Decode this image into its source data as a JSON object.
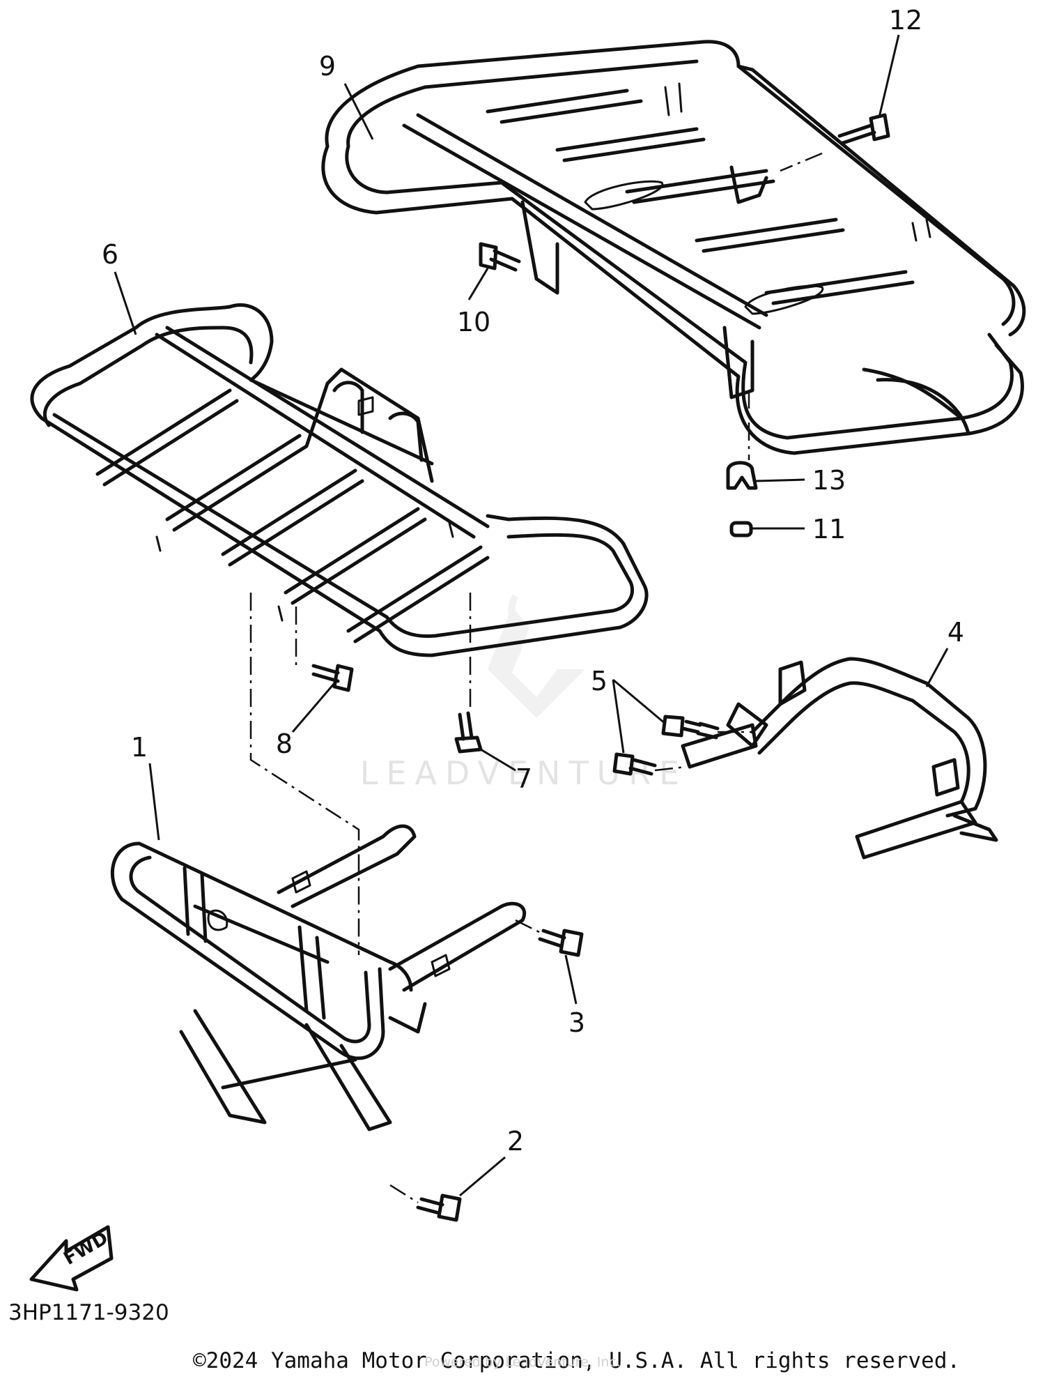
{
  "diagram": {
    "callouts": [
      {
        "id": "1",
        "label": "1"
      },
      {
        "id": "2",
        "label": "2"
      },
      {
        "id": "3",
        "label": "3"
      },
      {
        "id": "4",
        "label": "4"
      },
      {
        "id": "5",
        "label": "5"
      },
      {
        "id": "6",
        "label": "6"
      },
      {
        "id": "7",
        "label": "7"
      },
      {
        "id": "8",
        "label": "8"
      },
      {
        "id": "9",
        "label": "9"
      },
      {
        "id": "10",
        "label": "10"
      },
      {
        "id": "11",
        "label": "11"
      },
      {
        "id": "12",
        "label": "12"
      },
      {
        "id": "13",
        "label": "13"
      }
    ],
    "direction_label": "FWD",
    "diagram_code": "3HP1171-9320"
  },
  "watermark": {
    "brand": "LEADVENTURE",
    "small_text": "Powered by LeadVenture, Inc."
  },
  "footer": {
    "copyright": "©2024 Yamaha Motor Corporation, U.S.A. All rights reserved."
  }
}
